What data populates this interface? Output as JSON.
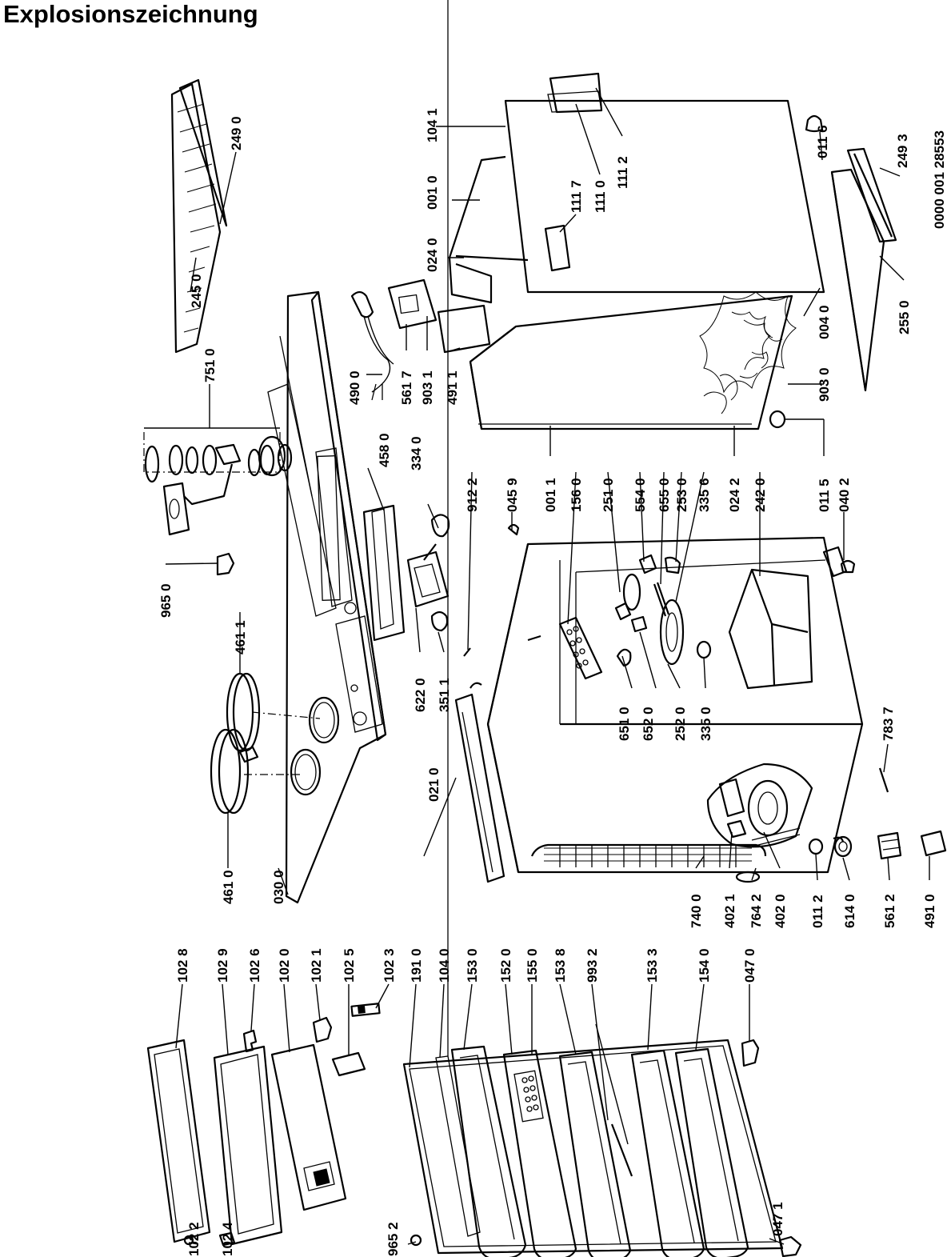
{
  "title": "Explosionszeichnung",
  "document_number": "0000 001 28553",
  "part_labels": [
    "102 2",
    "102 4",
    "965 2",
    "047 1",
    "047 0",
    "154 0",
    "153 3",
    "993 2",
    "153 8",
    "155 0",
    "152 0",
    "153 0",
    "104 0",
    "191 0",
    "102 3",
    "102 5",
    "102 1",
    "102 0",
    "102 6",
    "102 9",
    "102 8",
    "461 0",
    "030 0",
    "461 1",
    "965 0",
    "751 0",
    "245 0",
    "249 0",
    "490 0",
    "561 7",
    "903 1",
    "491 1",
    "024 0",
    "001 0",
    "104 1",
    "111 7",
    "111 0",
    "111 2",
    "011 6",
    "249 3",
    "255 0",
    "004 0",
    "903 0",
    "458 0",
    "334 0",
    "912 2",
    "622 0",
    "351 1",
    "021 0",
    "651 0",
    "652 0",
    "252 0",
    "335 0",
    "251 0",
    "554 0",
    "655 0",
    "253 0",
    "335 6",
    "156 0",
    "045 9",
    "001 1",
    "024 2",
    "242 0",
    "011 5",
    "040 2",
    "783 7",
    "740 0",
    "402 1",
    "764 2",
    "402 0",
    "011 2",
    "614 0",
    "561 2",
    "491 0"
  ]
}
